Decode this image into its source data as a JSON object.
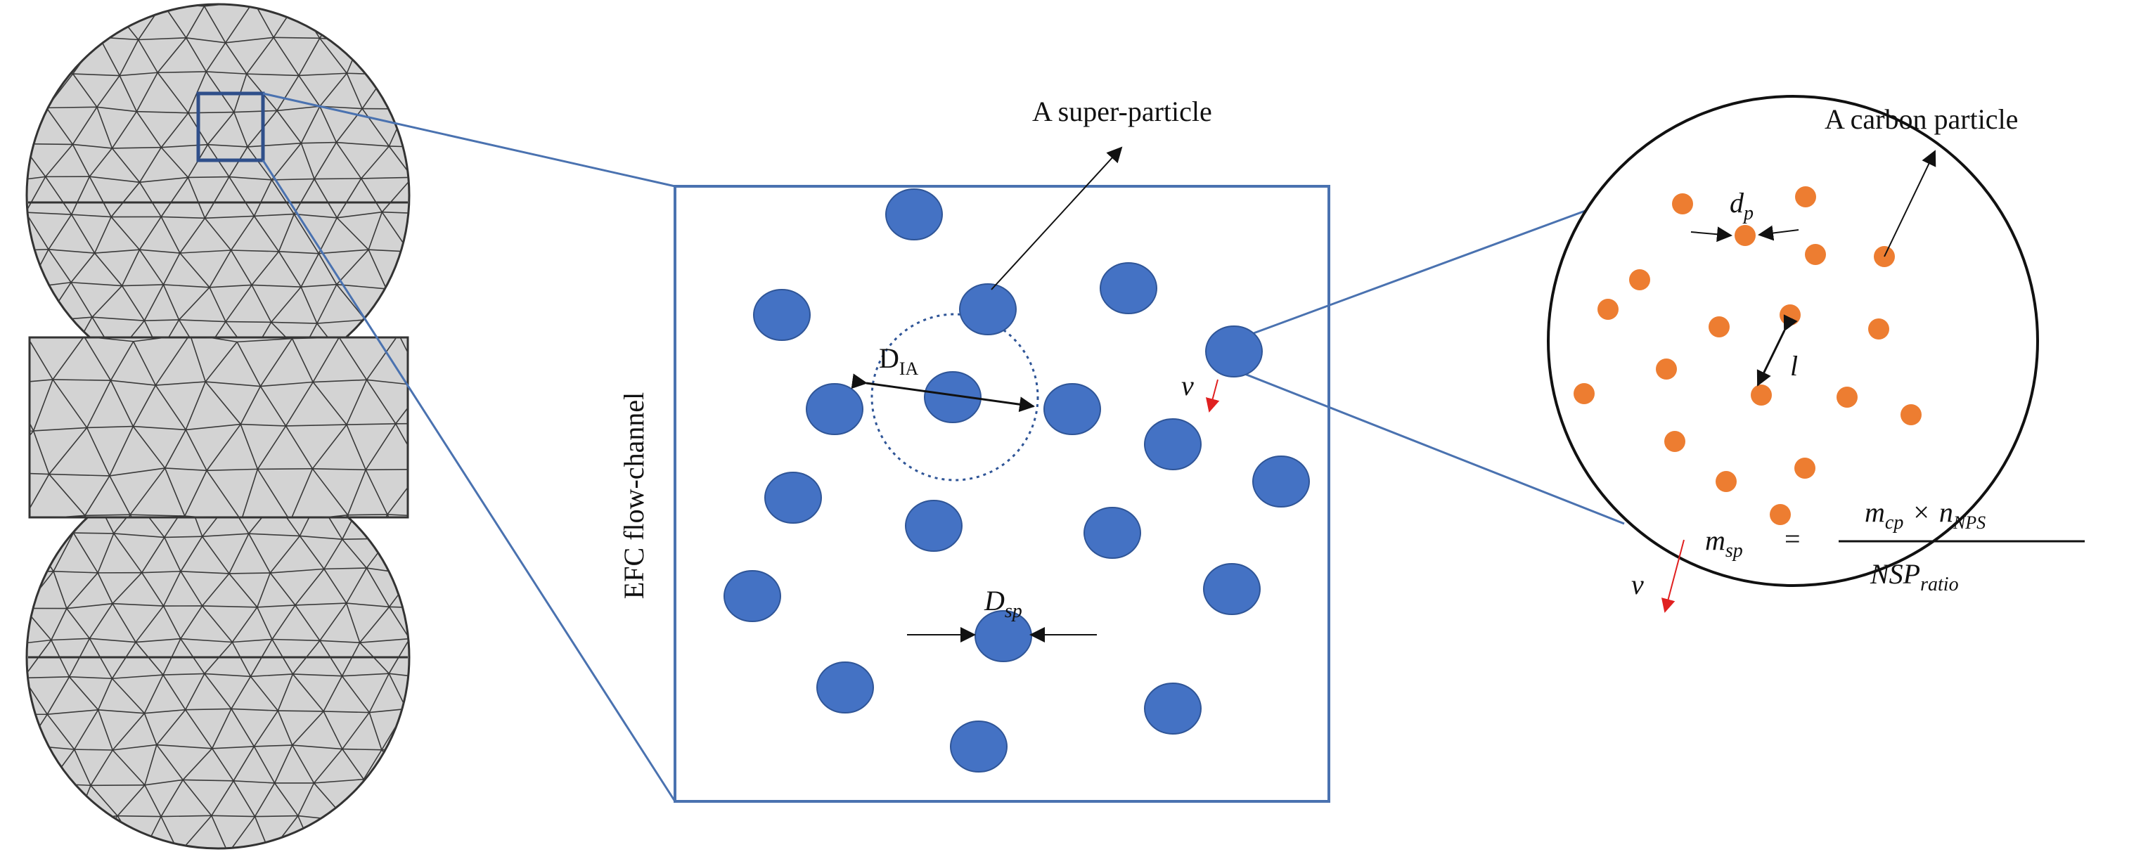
{
  "labels": {
    "super_particle": "A super-particle",
    "carbon_particle": "A carbon particle",
    "flow_channel": "EFC flow-channel",
    "d_ia_main": "D",
    "d_ia_sub": "IA",
    "d_sp_main": "D",
    "d_sp_sub": "sp",
    "d_p_main": "d",
    "d_p_sub": "p",
    "l_symbol": "l",
    "v_symbol": "v"
  },
  "equation": {
    "lhs_main": "m",
    "lhs_sub": "sp",
    "equals": "=",
    "num_m": "m",
    "num_m_sub": "cp",
    "times": "×",
    "num_n": "n",
    "num_n_sub": "NPS",
    "den_main": "NSP",
    "den_sub": "ratio"
  },
  "colors": {
    "mesh_fill": "#d3d3d3",
    "mesh_line": "#3a3a3a",
    "frame_blue": "#4a72b0",
    "zoom_box": "#2f4f8a",
    "super_particle": "#4472c4",
    "super_particle_edge": "#2f5597",
    "carbon_particle": "#ed7d31",
    "velocity_arrow": "#e02020",
    "arrow_black": "#111111"
  }
}
